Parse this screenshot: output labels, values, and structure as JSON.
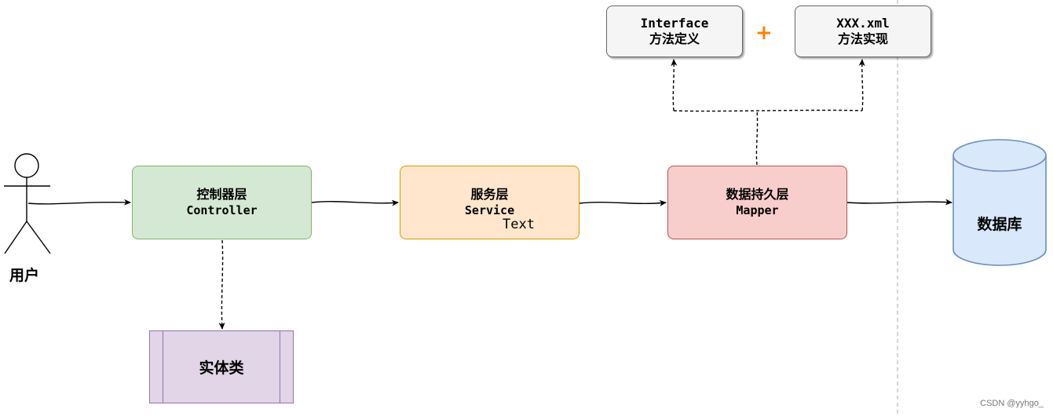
{
  "actor": {
    "label": "用户"
  },
  "controller": {
    "line1": "控制器层",
    "line2": "Controller"
  },
  "service": {
    "line1": "服务层",
    "line2": "Service"
  },
  "mapper": {
    "line1": "数据持久层",
    "line2": "Mapper"
  },
  "interface_box": {
    "line1": "Interface",
    "line2": "方法定义"
  },
  "xml_box": {
    "line1": "XXX.xml",
    "line2": "方法实现"
  },
  "plus_sign": "+",
  "entity": {
    "label": "实体类"
  },
  "database": {
    "label": "数据库"
  },
  "stray_text": "Text",
  "watermark": "CSDN @yyhgo_",
  "colors": {
    "controller_fill": "#d5e8d4",
    "service_fill": "#ffe6cc",
    "mapper_fill": "#f8cecc",
    "entity_fill": "#e1d5e7",
    "database_fill": "#dae8fc",
    "plus_color": "#ff8000"
  }
}
